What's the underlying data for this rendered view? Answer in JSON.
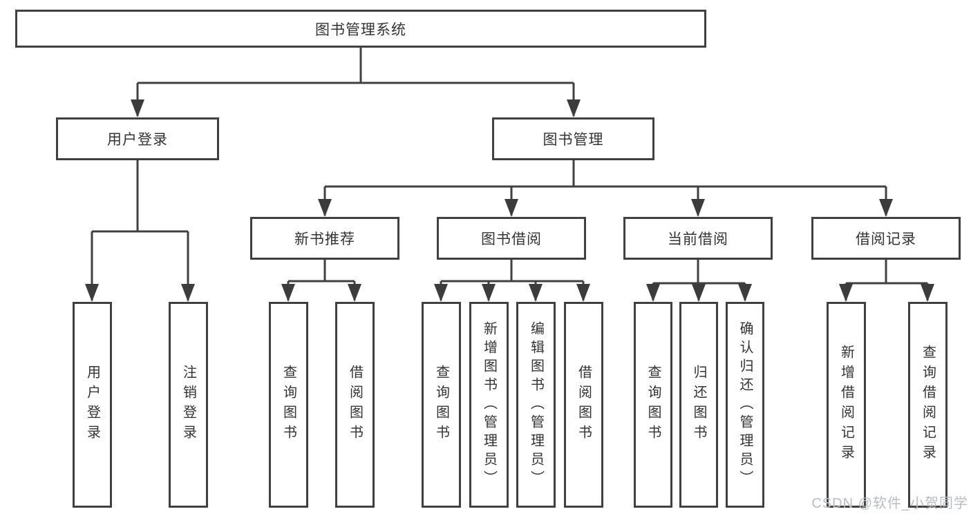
{
  "diagram": {
    "root": "图书管理系统",
    "level2": [
      "用户登录",
      "图书管理"
    ],
    "level3": [
      "新书推荐",
      "图书借阅",
      "当前借阅",
      "借阅记录"
    ],
    "leaves": [
      "用户登录",
      "注销登录",
      "查询图书",
      "借阅图书",
      "查询图书",
      "新增图书（管理员）",
      "编辑图书（管理员）",
      "借阅图书",
      "查询图书",
      "归还图书",
      "确认归还（管理员）",
      "新增借阅记录",
      "查询借阅记录"
    ]
  },
  "watermark": "CSDN @软件_小贺同学",
  "colors": {
    "line": "#404040",
    "text": "#333333",
    "watermark": "#b9bdc2",
    "background": "#ffffff"
  }
}
